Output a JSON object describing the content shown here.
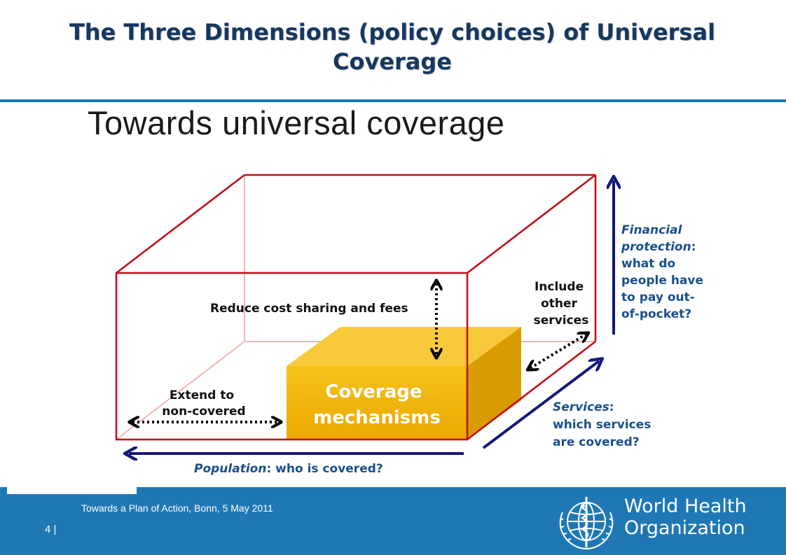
{
  "slide": {
    "title": "The Three Dimensions (policy choices) of Universal Coverage"
  },
  "diagram": {
    "heading": "Towards universal coverage",
    "labels": {
      "reduce_cost_sharing": "Reduce cost sharing and fees",
      "include_other_services": [
        "Include",
        "other",
        "services"
      ],
      "extend_to_non_covered": [
        "Extend to",
        "non-covered"
      ],
      "coverage_mechanisms": [
        "Coverage",
        "mechanisms"
      ],
      "financial_protection": {
        "italic_part": [
          "Financial",
          "protection"
        ],
        "rest": [
          ":",
          "what do",
          "people have",
          "to pay out-",
          "of-pocket?"
        ]
      },
      "services": {
        "italic_part": "Services",
        "rest": [
          ":",
          "which services",
          "are covered?"
        ]
      },
      "population": {
        "italic_part": "Population",
        "rest": ": who is covered?"
      }
    },
    "colors": {
      "box_edge": "#c0121b",
      "box_back_edge": "#f2b4b4",
      "axis_arrow": "#15177a",
      "cube_front": "#f2b400",
      "cube_top": "#f8c93a",
      "cube_side": "#d99c00"
    }
  },
  "footer": {
    "event_text": "Towards a Plan of Action, Bonn, 5 May 2011",
    "page_number": "4 |",
    "org_name": [
      "World Health",
      "Organization"
    ],
    "logo_icon": "who-emblem-icon"
  }
}
